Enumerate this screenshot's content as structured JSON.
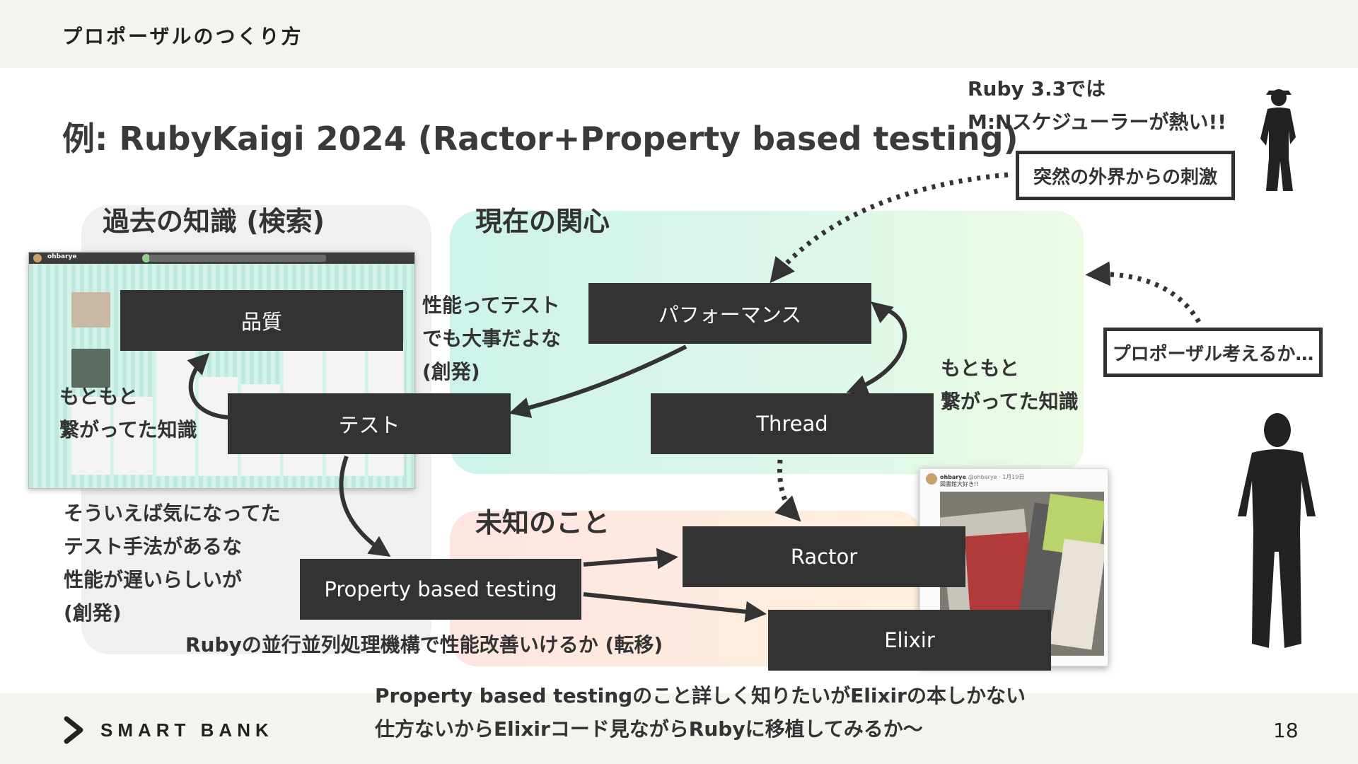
{
  "header": {
    "title": "プロポーザルのつくり方"
  },
  "slide": {
    "title": "例: RubyKaigi 2024 (Ractor+Property based testing)",
    "page_number": "18"
  },
  "logo": {
    "text": "SMART BANK"
  },
  "sections": {
    "past": "過去の知識 (検索)",
    "current": "現在の関心",
    "unknown": "未知のこと"
  },
  "nodes": {
    "quality": "品質",
    "test": "テスト",
    "performance": "パフォーマンス",
    "thread": "Thread",
    "ractor": "Ractor",
    "elixir": "Elixir",
    "pbt": "Property based testing"
  },
  "notes": {
    "perf_test": [
      "性能ってテスト",
      "でも大事だよな",
      "(創発)"
    ],
    "originally_left": [
      "もともと",
      "繋がってた知識"
    ],
    "originally_right": [
      "もともと",
      "繋がってた知識"
    ],
    "come_to_think": [
      "そういえば気になってた",
      "テスト手法があるな",
      "性能が遅いらしいが",
      "(創発)"
    ],
    "ruby_parallel": "Rubyの並行並列処理機構で性能改善いけるか (転移)",
    "bottom": [
      "Property based testingのこと詳しく知りたいがElixirの本しかない",
      "仕方ないからElixirコード見ながらRubyに移植してみるか〜"
    ],
    "ruby33": [
      "Ruby 3.3では",
      "M:Nスケジューラーが熱い!!"
    ]
  },
  "boxes": {
    "stimulus": "突然の外界からの刺激",
    "proposal": "プロポーザル考えるか…"
  },
  "screenshot": {
    "user": "ohbarye"
  },
  "photo": {
    "user": "ohbarye",
    "handle": "@ohbarye · 1月19日",
    "caption": "図書館大好き!!"
  },
  "colors": {
    "node": "#333333",
    "current_region": "#cdf3ea",
    "unknown_region": "#fde5e2",
    "past_region": "#f0f0f0"
  }
}
